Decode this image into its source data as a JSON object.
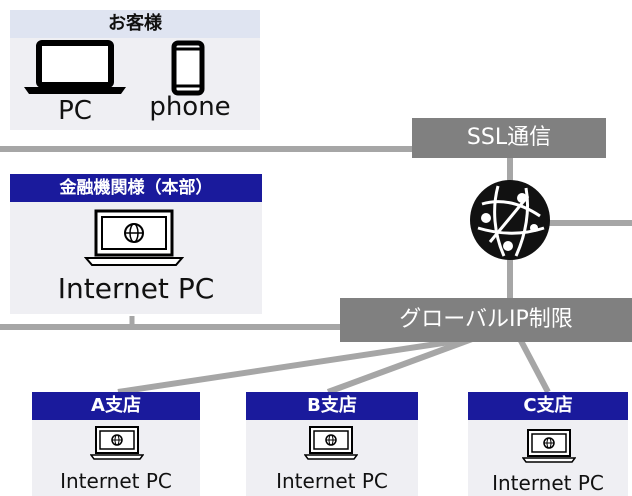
{
  "customer": {
    "header": "お客様",
    "pc_label": "PC",
    "phone_label": "phone"
  },
  "hq": {
    "header": "金融機関様（本部）",
    "pc_label": "Internet PC"
  },
  "ssl": {
    "label": "SSL通信"
  },
  "ip": {
    "label": "グローバルIP制限"
  },
  "branches": [
    {
      "header": "A支店",
      "pc_label": "Internet PC"
    },
    {
      "header": "B支店",
      "pc_label": "Internet PC"
    },
    {
      "header": "C支店",
      "pc_label": "Internet PC"
    }
  ],
  "colors": {
    "line": "#a6a6a6",
    "tag": "#808080",
    "hdr_dark": "#1a1a9c",
    "hdr_light": "#dfe4f1",
    "box": "#efeff3"
  },
  "icons": [
    "laptop-icon",
    "smartphone-icon",
    "globe-network-icon",
    "laptop-globe-icon"
  ]
}
